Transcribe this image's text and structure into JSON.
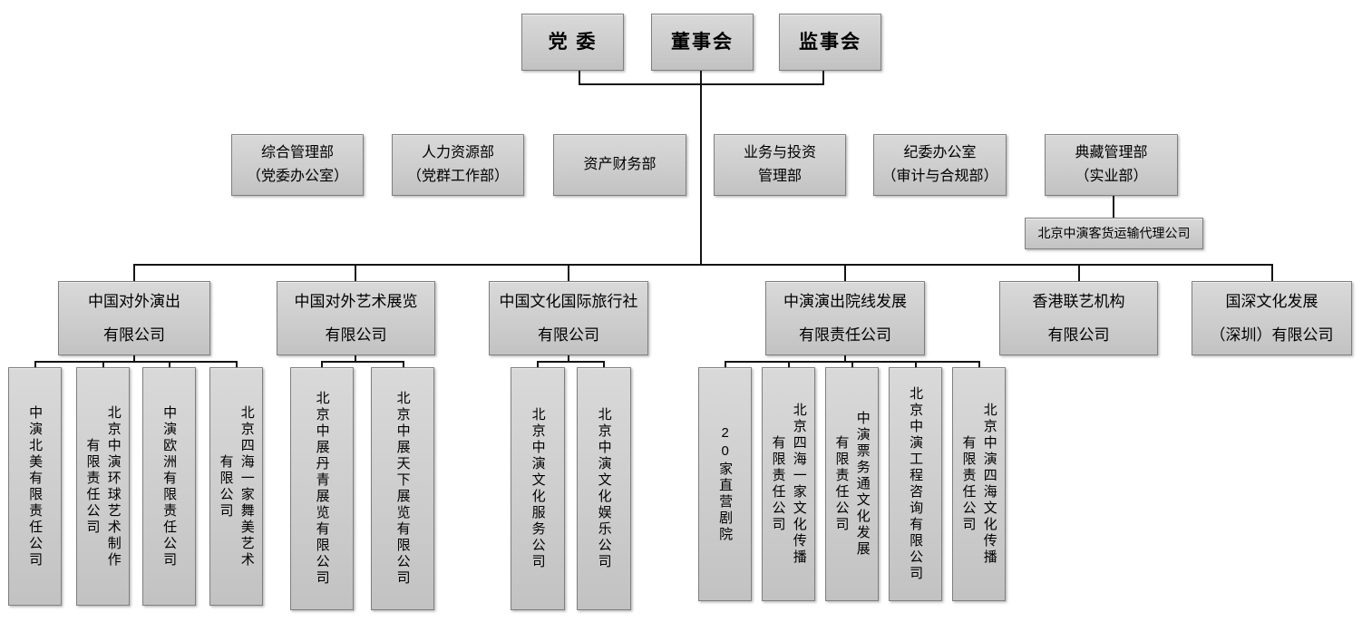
{
  "governance": {
    "party_committee": "党 委",
    "board_of_directors": "董事会",
    "supervisory_board": "监事会"
  },
  "departments": [
    {
      "line1": "综合管理部",
      "line2": "（党委办公室）"
    },
    {
      "line1": "人力资源部",
      "line2": "（党群工作部）"
    },
    {
      "line1": "资产财务部",
      "line2": ""
    },
    {
      "line1": "业务与投资",
      "line2": "管理部"
    },
    {
      "line1": "纪委办公室",
      "line2": "（审计与合规部）"
    },
    {
      "line1": "典藏管理部",
      "line2": "（实业部）"
    }
  ],
  "department_subsidiary": {
    "label": "北京中演客货运输代理公司"
  },
  "companies": [
    {
      "line1": "中国对外演出",
      "line2": "有限公司"
    },
    {
      "line1": "中国对外艺术展览",
      "line2": "有限公司"
    },
    {
      "line1": "中国文化国际旅行社",
      "line2": "有限公司"
    },
    {
      "line1": "中演演出院线发展",
      "line2": "有限责任公司"
    },
    {
      "line1": "香港联艺机构",
      "line2": "有限公司"
    },
    {
      "line1": "国深文化发展",
      "line2": "（深圳）有限公司"
    }
  ],
  "subsidiaries": {
    "performance": [
      "中演北美有限责任公司",
      "北京中演环球艺术制作\n有限责任公司",
      "中演欧洲有限责任公司",
      "北京四海一家舞美艺术\n有限公司"
    ],
    "exhibition": [
      "北京中展丹青展览有限公司",
      "北京中展天下展览有限公司"
    ],
    "travel": [
      "北京中演文化服务公司",
      "北京中演文化娱乐公司"
    ],
    "theatre_line": [
      "20家直营剧院",
      "北京四海一家文化传播\n有限责任公司",
      "中演票务通文化发展\n有限责任公司",
      "北京中演工程咨询有限公司",
      "北京中演四海文化传播\n有限责任公司"
    ]
  },
  "colors": {
    "box_fill": "#cccccc",
    "box_border": "#7f7f7f",
    "connector": "#141414",
    "text": "#000000",
    "background": "#ffffff"
  }
}
